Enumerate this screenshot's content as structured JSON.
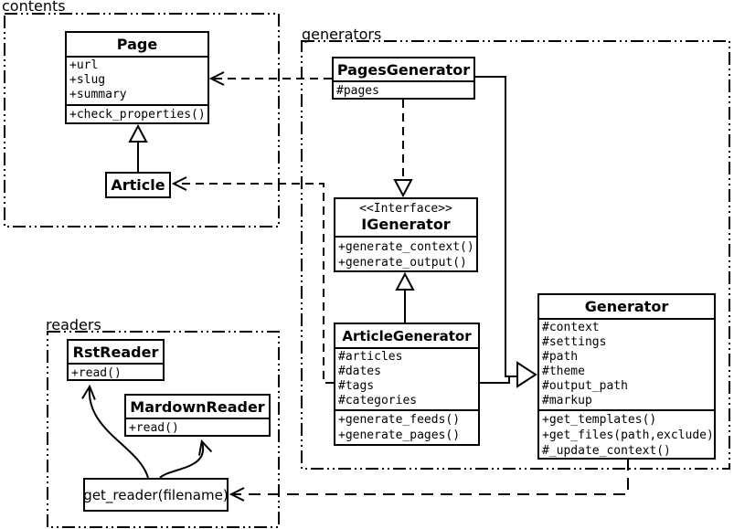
{
  "diagram_type": "uml-class-diagram",
  "colors": {
    "line": "#000000",
    "background": "#ffffff"
  },
  "packages": {
    "contents": {
      "label": "contents"
    },
    "generators": {
      "label": "generators"
    },
    "readers": {
      "label": "readers"
    }
  },
  "classes": {
    "page": {
      "title": "Page",
      "attrs": [
        "+url",
        "+slug",
        "+summary"
      ],
      "methods": [
        "+check_properties()"
      ]
    },
    "article": {
      "title": "Article"
    },
    "pages_generator": {
      "title": "PagesGenerator",
      "attrs": [
        "#pages"
      ]
    },
    "igenerator": {
      "stereotype": "<<Interface>>",
      "title": "IGenerator",
      "methods": [
        "+generate_context()",
        "+generate_output()"
      ]
    },
    "article_generator": {
      "title": "ArticleGenerator",
      "attrs": [
        "#articles",
        "#dates",
        "#tags",
        "#categories"
      ],
      "methods": [
        "+generate_feeds()",
        "+generate_pages()"
      ]
    },
    "generator": {
      "title": "Generator",
      "attrs": [
        "#context",
        "#settings",
        "#path",
        "#theme",
        "#output_path",
        "#markup"
      ],
      "methods": [
        "+get_templates()",
        "+get_files(path,exclude)",
        "#_update_context()"
      ]
    },
    "rst_reader": {
      "title": "RstReader",
      "methods": [
        "+read()"
      ]
    },
    "mardown_reader": {
      "title": "MardownReader",
      "methods": [
        "+read()"
      ]
    },
    "get_reader": {
      "label": "get_reader(filename)"
    }
  },
  "relations": [
    {
      "from": "PagesGenerator",
      "to": "Page",
      "type": "dependency-dashed-arrow"
    },
    {
      "from": "ArticleGenerator",
      "to": "Article",
      "type": "dependency-dashed-arrow"
    },
    {
      "from": "Generator",
      "to": "get_reader(filename)",
      "type": "dependency-dashed-arrow"
    },
    {
      "from": "PagesGenerator",
      "to": "IGenerator",
      "type": "realization-dashed-hollow-triangle"
    },
    {
      "from": "ArticleGenerator",
      "to": "IGenerator",
      "type": "inheritance-hollow-triangle"
    },
    {
      "from": "Article",
      "to": "Page",
      "type": "inheritance-hollow-triangle"
    },
    {
      "from": "PagesGenerator",
      "to": "Generator",
      "type": "inheritance-hollow-triangle"
    },
    {
      "from": "ArticleGenerator",
      "to": "Generator",
      "type": "inheritance-hollow-triangle"
    },
    {
      "from": "get_reader(filename)",
      "to": "RstReader",
      "type": "curved-arrow"
    },
    {
      "from": "get_reader(filename)",
      "to": "MardownReader",
      "type": "curved-arrow"
    }
  ]
}
